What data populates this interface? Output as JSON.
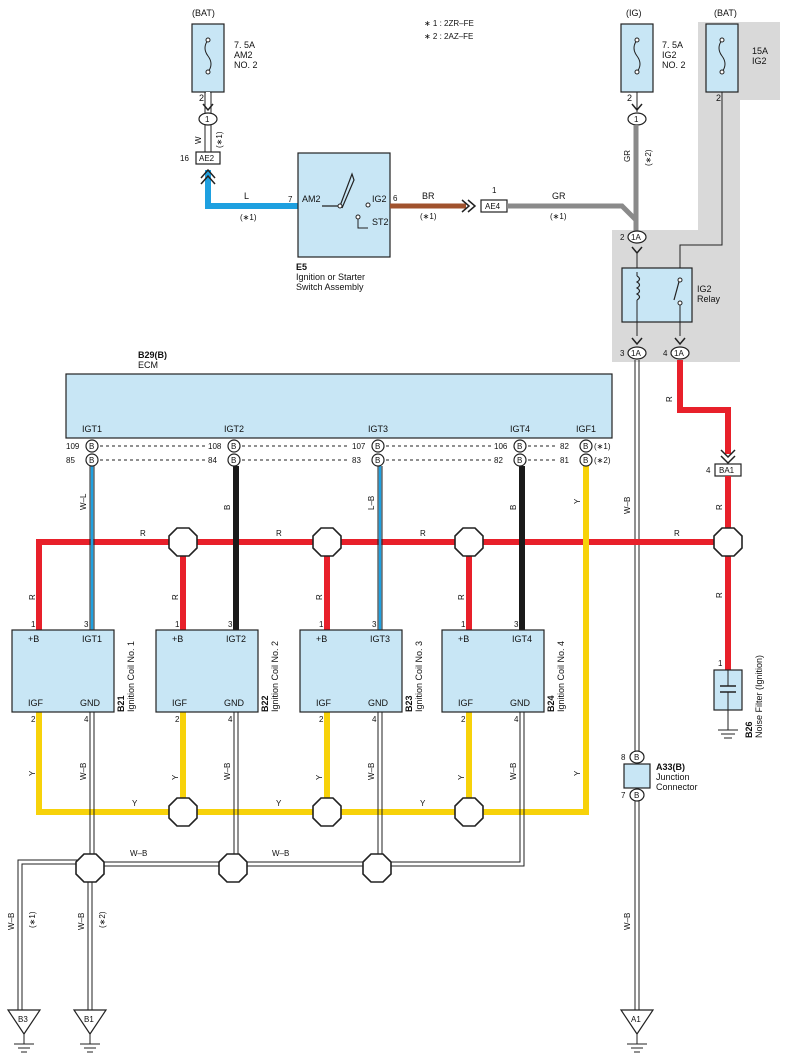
{
  "power_sources": {
    "bat1": "(BAT)",
    "ig": "(IG)",
    "bat2": "(BAT)"
  },
  "fuses": {
    "am2": {
      "line1": "7. 5A",
      "line2": "AM2",
      "line3": "NO. 2",
      "pin": "2"
    },
    "ig2": {
      "line1": "7. 5A",
      "line2": "IG2",
      "line3": "NO. 2",
      "pin": "2"
    },
    "ig2_15a": {
      "line1": "15A",
      "line2": "IG2",
      "pin": "2"
    }
  },
  "variant_notes": [
    "∗ 1 : 2ZR–FE",
    "∗ 2 : 2AZ–FE"
  ],
  "switch": {
    "code": "E5",
    "name_line1": "Ignition or Starter",
    "name_line2": "Switch Assembly",
    "am2": "AM2",
    "ig2": "IG2",
    "st2": "ST2",
    "pin_am2": "7",
    "pin_ig2": "6"
  },
  "connectors": {
    "ae2": "AE2",
    "ae2_pin": "16",
    "ae4": "AE4",
    "ae4_pin": "1",
    "one": "1",
    "j1a": "1A",
    "j1a_pin2": "2",
    "j1a_pin3": "3",
    "j1a_pin4": "4",
    "ba1": "BA1",
    "ba1_pin": "4",
    "b": "B",
    "j_top8": "8",
    "j_bot7": "7"
  },
  "wire_labels": {
    "w": "W",
    "l": "L",
    "br": "BR",
    "gr": "GR",
    "r": "R",
    "wl": "W–L",
    "lb": "L–B",
    "bk": "B",
    "y": "Y",
    "wb": "W–B",
    "v1": "(∗1)",
    "v2": "(∗2)"
  },
  "relay": {
    "name_line1": "IG2",
    "name_line2": "Relay"
  },
  "ecm": {
    "code": "B29(B)",
    "name": "ECM",
    "terminals": [
      "IGT1",
      "IGT2",
      "IGT3",
      "IGT4",
      "IGF1"
    ],
    "pins_v1": [
      "109",
      "108",
      "107",
      "106",
      "82"
    ],
    "pins_v2": [
      "85",
      "84",
      "83",
      "82",
      "81"
    ],
    "note_v1": "(∗1)",
    "note_v2": "(∗2)"
  },
  "coils": [
    {
      "code": "B21",
      "name": "Ignition Coil No. 1",
      "igt": "IGT1"
    },
    {
      "code": "B22",
      "name": "Ignition Coil No. 2",
      "igt": "IGT2"
    },
    {
      "code": "B23",
      "name": "Ignition Coil No. 3",
      "igt": "IGT3"
    },
    {
      "code": "B24",
      "name": "Ignition Coil No. 4",
      "igt": "IGT4"
    }
  ],
  "coil_terms": {
    "pb": "+B",
    "igf": "IGF",
    "gnd": "GND",
    "p1": "1",
    "p2": "2",
    "p3": "3",
    "p4": "4"
  },
  "noise_filter": {
    "code": "B26",
    "name": "Noise Filter (Ignition)",
    "pin": "1"
  },
  "junction": {
    "code": "A33(B)",
    "name_line1": "Junction",
    "name_line2": "Connector"
  },
  "grounds": {
    "b3": "B3",
    "b1": "B1",
    "a1": "A1"
  },
  "colors": {
    "box_fill": "#c8e6f5",
    "wire_red": "#e8202a",
    "wire_yellow": "#f7d20a",
    "wire_blue": "#1ea0e0",
    "wire_brown": "#a0522d",
    "wire_gray": "#8a8a8a",
    "wire_black": "#1a1a1a",
    "shade": "#d9d9d9"
  }
}
